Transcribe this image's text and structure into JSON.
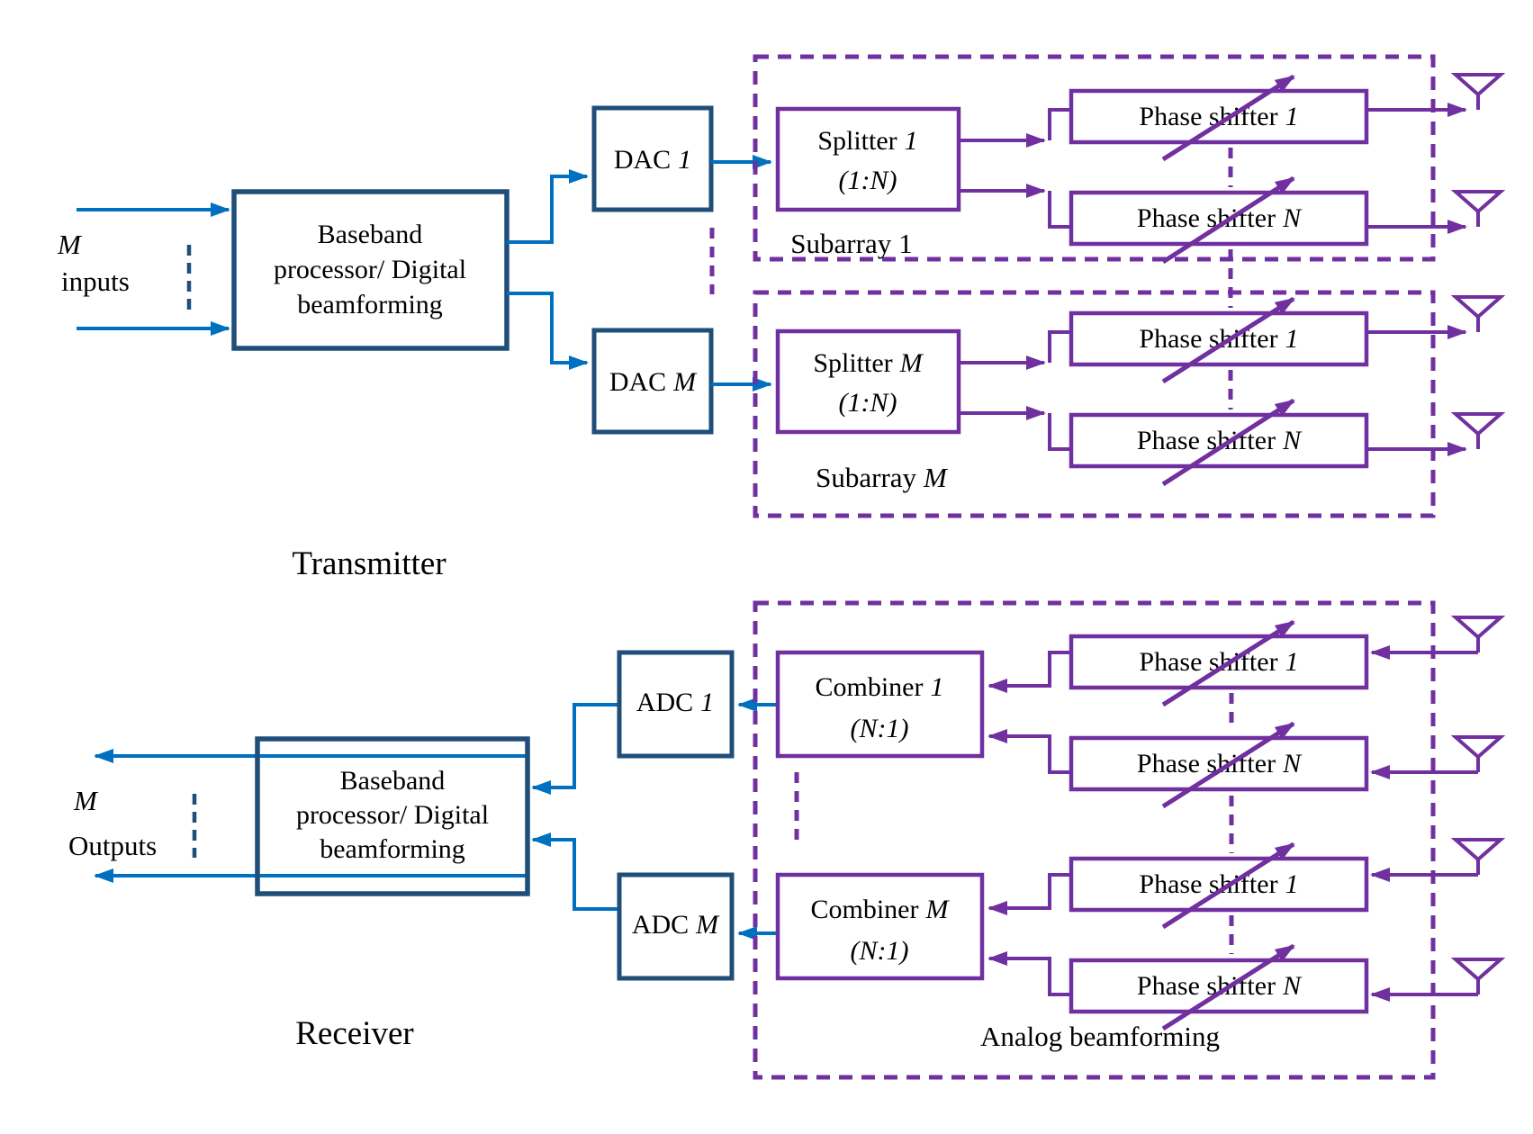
{
  "colors": {
    "line_blue": "#0070C0",
    "dark_blue": "#1F4E79",
    "purple": "#7030A0",
    "text": "#000000",
    "background": "#FFFFFF"
  },
  "tx": {
    "section_label": "Transmitter",
    "stream_count": "M",
    "stream_label": "inputs",
    "baseband": {
      "line1": "Baseband",
      "line2": "processor/ Digital",
      "line3": "beamforming"
    },
    "dac1": {
      "name": "DAC",
      "id": "1"
    },
    "dacM": {
      "name": "DAC",
      "id": "M"
    },
    "splitter1": {
      "name": "Splitter",
      "id": "1",
      "ratio": "(1:N)"
    },
    "splitterM": {
      "name": "Splitter",
      "id": "M",
      "ratio": "(1:N)"
    },
    "subarray1": {
      "name": "Subarray",
      "id": "1"
    },
    "subarrayM": {
      "name": "Subarray",
      "id": "M"
    },
    "ps1": {
      "name": "Phase shifter",
      "id": "1"
    },
    "psN": {
      "name": "Phase shifter",
      "id": "N"
    }
  },
  "rx": {
    "section_label": "Receiver",
    "stream_count": "M",
    "stream_label": "Outputs",
    "baseband": {
      "line1": "Baseband",
      "line2": "processor/ Digital",
      "line3": "beamforming"
    },
    "adc1": {
      "name": "ADC",
      "id": "1"
    },
    "adcM": {
      "name": "ADC",
      "id": "M"
    },
    "combiner1": {
      "name": "Combiner",
      "id": "1",
      "ratio": "(N:1)"
    },
    "combinerM": {
      "name": "Combiner",
      "id": "M",
      "ratio": "(N:1)"
    },
    "analog_label": "Analog beamforming",
    "ps1": {
      "name": "Phase shifter",
      "id": "1"
    },
    "psN": {
      "name": "Phase shifter",
      "id": "N"
    }
  }
}
